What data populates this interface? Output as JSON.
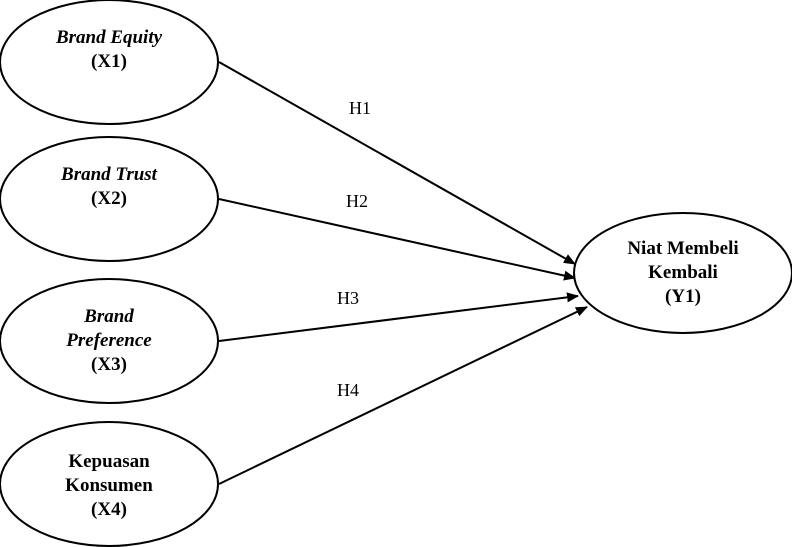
{
  "diagram": {
    "independent": [
      {
        "lines": [
          "Brand Equity"
        ],
        "code": "(X1)",
        "italic": true
      },
      {
        "lines": [
          "Brand Trust"
        ],
        "code": "(X2)",
        "italic": true
      },
      {
        "lines": [
          "Brand",
          "Preference"
        ],
        "code": "(X3)",
        "italic": true
      },
      {
        "lines": [
          "Kepuasan",
          "Konsumen"
        ],
        "code": "(X4)",
        "italic": false
      }
    ],
    "dependent": {
      "lines": [
        "Niat Membeli",
        "Kembali"
      ],
      "code": "(Y1)"
    },
    "hypotheses": [
      "H1",
      "H2",
      "H3",
      "H4"
    ],
    "colors": {
      "stroke": "#000000",
      "fill": "#ffffff"
    }
  }
}
